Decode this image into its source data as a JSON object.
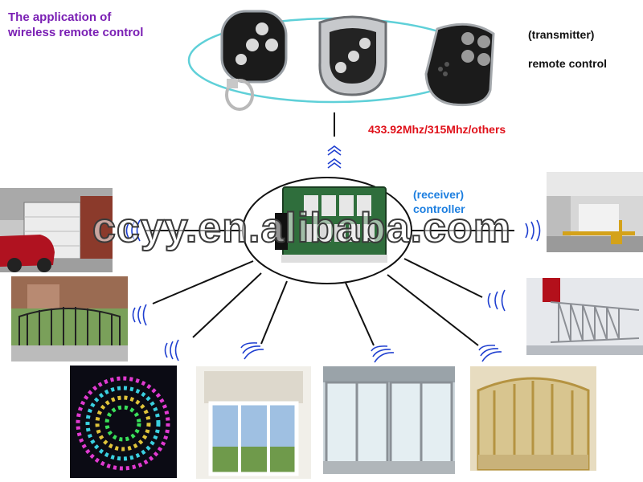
{
  "title": {
    "line1": "The application of",
    "line2": "wireless remote control"
  },
  "transmitter_label": "(transmitter)",
  "remote_label": "remote control",
  "frequency_label": "433.92Mhz/315Mhz/others",
  "receiver": {
    "line1": "(receiver)",
    "line2": "controller"
  },
  "watermark": "ccyy.en.alibaba.com",
  "colors": {
    "title": "#7a1fb4",
    "frequency": "#e0121b",
    "receiver": "#1d7fe0",
    "ellipse": "#5fd0d8",
    "signal": "#1f3fd0"
  },
  "icons": {
    "remote_1": "remote-fob-icon",
    "remote_2": "remote-fob-icon",
    "remote_3": "remote-fob-icon",
    "receiver_board": "circuit-board-icon",
    "signal": "wireless-signal-icon"
  }
}
